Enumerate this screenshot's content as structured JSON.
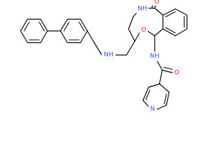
{
  "colors": {
    "background": "#ffffff",
    "bond": "#000000",
    "nitrogen": "#3050F8",
    "oxygen": "#FF0D0D"
  },
  "molecule": {
    "atoms": [
      {
        "id": "n_pyr",
        "label": "N",
        "element": "nitrogen"
      },
      {
        "id": "o_amide_right",
        "label": "O",
        "element": "oxygen"
      },
      {
        "id": "nh_amide_right",
        "label": "NH",
        "element": "nitrogen"
      },
      {
        "id": "o_ring",
        "label": "O",
        "element": "oxygen"
      },
      {
        "id": "nh_amine",
        "label": "NH",
        "element": "nitrogen"
      },
      {
        "id": "nh_lactam",
        "label": "NH",
        "element": "nitrogen"
      },
      {
        "id": "o_lactam",
        "label": "O",
        "element": "oxygen"
      }
    ]
  }
}
